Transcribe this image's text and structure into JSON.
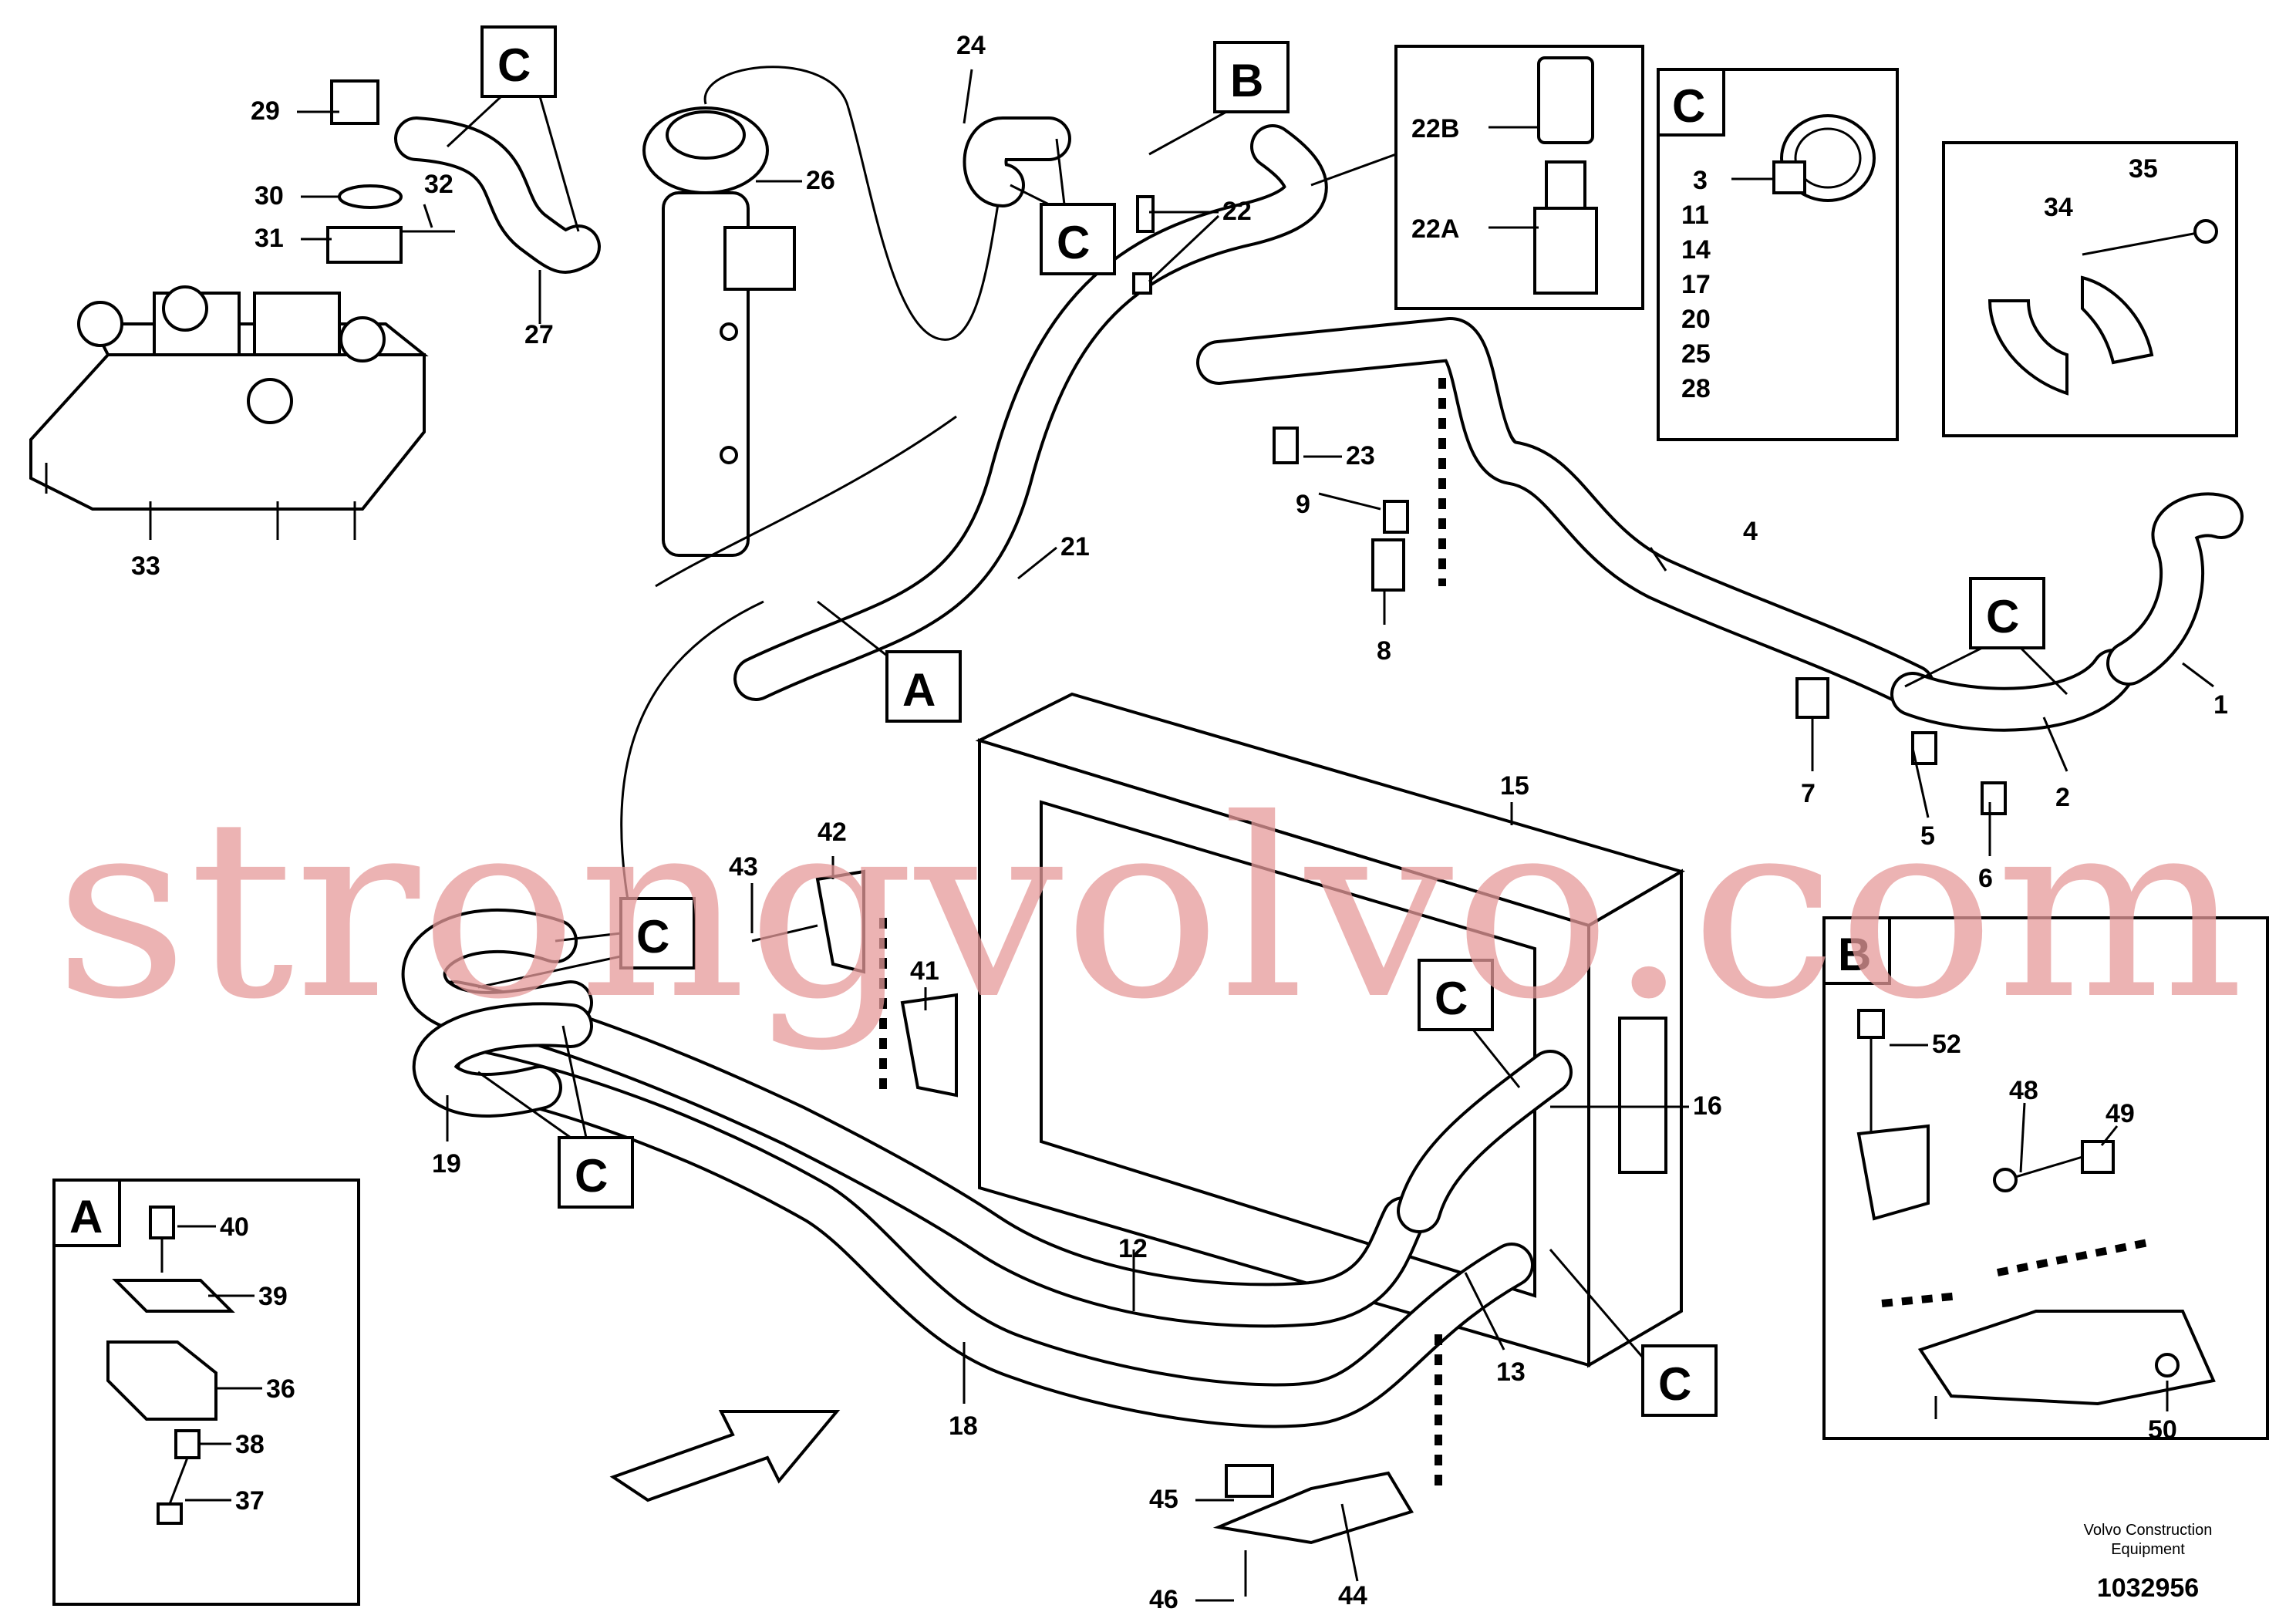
{
  "labels": {
    "p1": "1",
    "p2": "2",
    "p4": "4",
    "p5": "5",
    "p6": "6",
    "p7": "7",
    "p8": "8",
    "p9": "9",
    "p12": "12",
    "p13": "13",
    "p15": "15",
    "p16": "16",
    "p18": "18",
    "p19": "19",
    "p21": "21",
    "p22": "22",
    "p23": "23",
    "p24": "24",
    "p26": "26",
    "p27": "27",
    "p29": "29",
    "p30": "30",
    "p31": "31",
    "p32": "32",
    "p33": "33",
    "p34": "34",
    "p35": "35",
    "p41": "41",
    "p42": "42",
    "p43": "43",
    "p44": "44",
    "p45": "45",
    "p46": "46",
    "p22a": "22A",
    "p22b": "22B"
  },
  "callouts": {
    "a": "A",
    "b": "B",
    "c": "C"
  },
  "legend_c": {
    "title": "C",
    "items": [
      "3",
      "11",
      "14",
      "17",
      "20",
      "25",
      "28"
    ]
  },
  "detail_a": {
    "title": "A",
    "items": [
      "40",
      "39",
      "36",
      "38",
      "37"
    ]
  },
  "detail_b": {
    "title": "B",
    "items": [
      "52",
      "48",
      "49",
      "50"
    ]
  },
  "watermark": "strongvolvo.com",
  "credit": {
    "line1": "Volvo Construction",
    "line2": "Equipment"
  },
  "drawing_number": "1032956"
}
